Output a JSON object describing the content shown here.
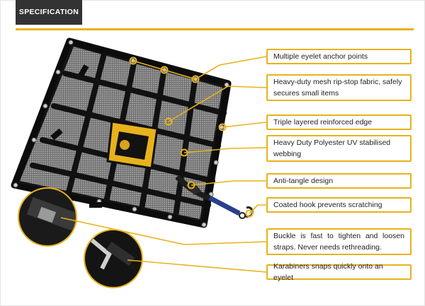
{
  "header": {
    "title": "SPECIFICATION"
  },
  "colors": {
    "accent": "#e8b21c",
    "tab_bg": "#333333",
    "net": "#141414",
    "mesh": "#8a8a8a"
  },
  "callouts": [
    {
      "label": "Multiple eyelet anchor points"
    },
    {
      "label": "Heavy-duty mesh rip-stop fabric, safely secures small items"
    },
    {
      "label": "Triple layered reinforced edge"
    },
    {
      "label": "Heavy Duty Polyester UV stabilised webbing"
    },
    {
      "label": "Anti-tangle design"
    },
    {
      "label": "Coated hook prevents scratching"
    },
    {
      "label": "Buckle is fast to tighten and loosen straps. Never needs rethreading."
    },
    {
      "label": "Karabiners snaps quickly onto an eyelet"
    }
  ],
  "product": {
    "image": "cargo-net-photo",
    "tag": "brand-label-tag"
  },
  "details": [
    {
      "image": "buckle-closeup"
    },
    {
      "image": "karabiner-closeup"
    }
  ]
}
